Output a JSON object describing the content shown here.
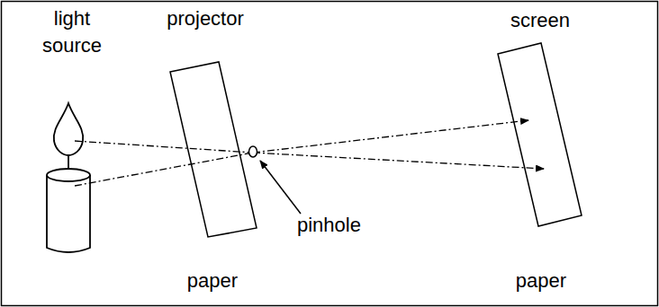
{
  "diagram": {
    "labels": [
      "light source",
      "projector",
      "screen",
      "pinhole",
      "paper",
      "paper"
    ]
  }
}
